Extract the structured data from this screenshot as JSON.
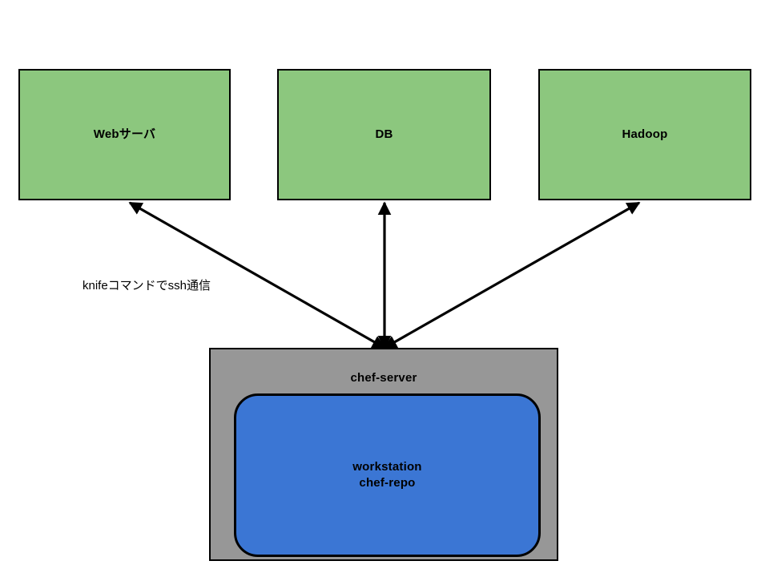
{
  "diagram": {
    "title": "chef-server knife ssh topology",
    "background": "#ffffff",
    "colors": {
      "managed_node_fill": "#8cc77e",
      "server_container_fill": "#979797",
      "workstation_fill": "#3b76d4",
      "stroke": "#000000"
    },
    "managed_nodes": [
      {
        "id": "web",
        "label": "Webサーバ"
      },
      {
        "id": "db",
        "label": "DB"
      },
      {
        "id": "hadoop",
        "label": "Hadoop"
      }
    ],
    "server": {
      "label": "chef-server",
      "workstation": {
        "line1": "workstation",
        "line2": "chef-repo"
      }
    },
    "connections": {
      "note": "knifeコマンドでssh通信",
      "style": "double-headed-arrow",
      "edges": [
        {
          "from": "chef-server",
          "to": "web"
        },
        {
          "from": "chef-server",
          "to": "db"
        },
        {
          "from": "chef-server",
          "to": "hadoop"
        }
      ]
    }
  }
}
